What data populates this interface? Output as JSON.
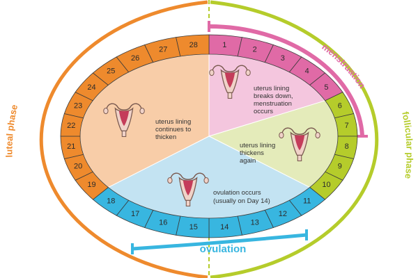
{
  "phases": {
    "luteal": "luteal phase",
    "follicular": "follicular phase",
    "menstruation": "menstruation",
    "ovulation": "ovulation"
  },
  "days": [
    "1",
    "2",
    "3",
    "4",
    "5",
    "6",
    "7",
    "8",
    "9",
    "10",
    "11",
    "12",
    "13",
    "14",
    "15",
    "16",
    "17",
    "18",
    "19",
    "20",
    "21",
    "22",
    "23",
    "24",
    "25",
    "26",
    "27",
    "28"
  ],
  "descriptions": {
    "menstruation": [
      "uterus lining",
      "breaks down,",
      "menstruation",
      "occurs"
    ],
    "follicular": [
      "uterus lining",
      "thickens",
      "again"
    ],
    "ovulation": [
      "ovulation occurs",
      "(usually on Day 14)"
    ],
    "luteal": [
      "uterus lining",
      "continues to",
      "thicken"
    ]
  },
  "colors": {
    "luteal": "#ee8a2d",
    "follicular": "#b5cc2b",
    "menstruation": "#e06aa6",
    "ovulation": "#38b6e0",
    "luteal_fill": "#f8cda8",
    "follicular_fill": "#e4ebba",
    "menstruation_fill": "#f4c6de",
    "ovulation_fill": "#c3e3f2"
  },
  "icons": [
    "uterus-icon-menstruation",
    "uterus-icon-follicular",
    "uterus-icon-ovulation",
    "uterus-icon-luteal"
  ]
}
